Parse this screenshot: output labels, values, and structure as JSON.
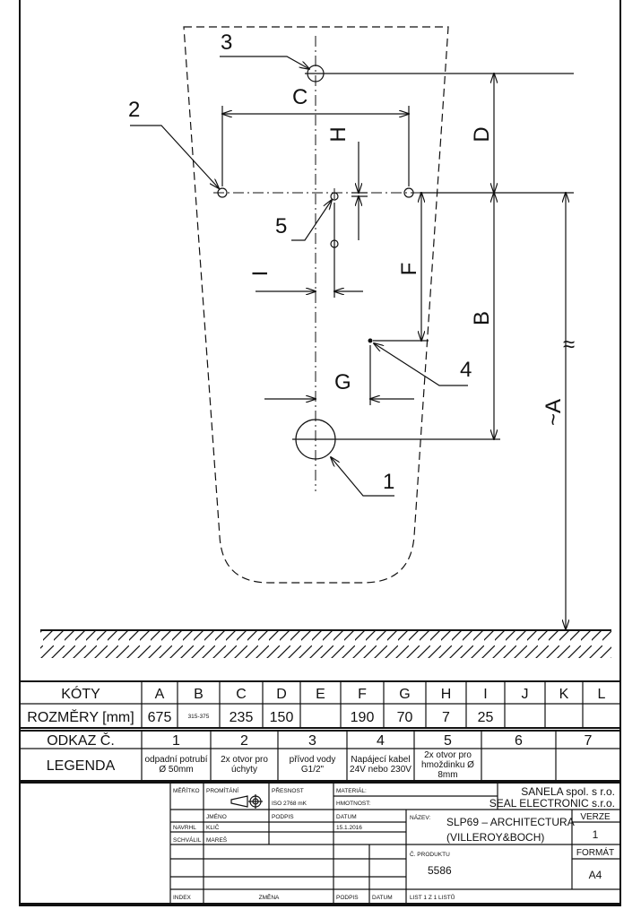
{
  "drawing": {
    "labels": {
      "A": "~A",
      "B": "B",
      "C": "C",
      "D": "D",
      "F": "F",
      "G": "G",
      "H": "H",
      "I": "I"
    },
    "callouts": [
      "1",
      "2",
      "3",
      "4",
      "5"
    ],
    "break_symbol": "≈"
  },
  "dimensions_table": {
    "header_label": "KÓTY",
    "value_label": "ROZMĚRY [mm]",
    "columns": [
      "A",
      "B",
      "C",
      "D",
      "E",
      "F",
      "G",
      "H",
      "I",
      "J",
      "K",
      "L"
    ],
    "values": [
      "675",
      "315-375",
      "235",
      "150",
      "",
      "190",
      "70",
      "7",
      "25",
      "",
      "",
      ""
    ]
  },
  "legend_table": {
    "header_label": "ODKAZ Č.",
    "legend_label": "LEGENDA",
    "refs": [
      "1",
      "2",
      "3",
      "4",
      "5",
      "6",
      "7"
    ],
    "items": [
      [
        "odpadní potrubí",
        "Ø 50mm",
        ""
      ],
      [
        "2x otvor pro",
        "úchyty",
        ""
      ],
      [
        "přívod vody",
        "G1/2\"",
        ""
      ],
      [
        "Napájecí kabel",
        "24V nebo 230V",
        ""
      ],
      [
        "2x otvor pro",
        "hmoždinku Ø",
        "8mm"
      ],
      [
        "",
        "",
        ""
      ],
      [
        "",
        "",
        ""
      ]
    ]
  },
  "title_block": {
    "meritko": "MĚŘÍTKO",
    "promitani": "PROMÍTÁNÍ",
    "presnost": "PŘESNOST",
    "presnost_value": "ISO 2768 mK",
    "material": "MATERIÁL:",
    "hmotnost": "HMOTNOST:",
    "company1": "SANELA spol. s r.o.",
    "company2": "SEAL ELECTRONIC s.r.o.",
    "jmeno": "JMÉNO",
    "podpis": "PODPIS",
    "datum": "DATUM",
    "nazev_label": "NÁZEV:",
    "nazev1": "SLP69 – ARCHITECTURA",
    "nazev2": "(VILLEROY&BOCH)",
    "verze_label": "VERZE",
    "verze": "1",
    "navrhl": "NAVRHL",
    "navrhl_name": "KLIČ",
    "navrhl_date": "15.1.2016",
    "schvalil": "SCHVÁLIL",
    "schvalil_name": "MAREŠ",
    "produkt_label": "Č. PRODUKTU",
    "produkt": "5586",
    "format_label": "FORMÁT",
    "format": "A4",
    "index": "INDEX",
    "zmena": "ZMĚNA",
    "podpis2": "PODPIS",
    "datum2": "DATUM",
    "list": "LIST 1 Z 1 LISTŮ"
  }
}
